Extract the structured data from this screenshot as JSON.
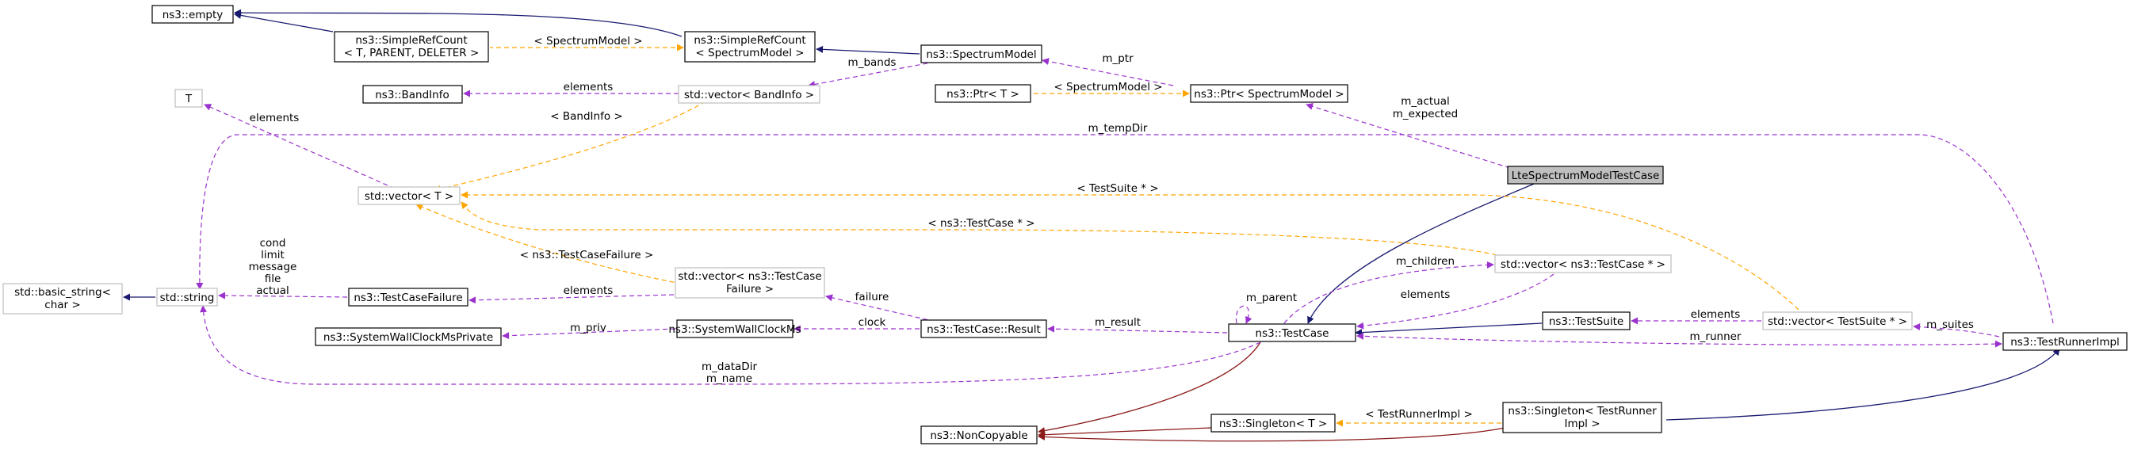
{
  "colors": {
    "inheritance": "#191970",
    "usage": "#9a32cd",
    "template": "#ffa500",
    "private_inheritance": "#8b1a1a",
    "focus_fill": "#bfbfbf",
    "grey_border": "#bfbfbf"
  },
  "nodes": {
    "empty": [
      "ns3::empty"
    ],
    "srct": [
      "ns3::SimpleRefCount",
      "< T, PARENT, DELETER >"
    ],
    "srcsm": [
      "ns3::SimpleRefCount",
      "< SpectrumModel >"
    ],
    "sm": [
      "ns3::SpectrumModel"
    ],
    "bandinfo": [
      "ns3::BandInfo"
    ],
    "vecband": [
      "std::vector< BandInfo >"
    ],
    "ptrt": [
      "ns3::Ptr< T >"
    ],
    "ptrsm": [
      "ns3::Ptr< SpectrumModel >"
    ],
    "t": [
      "T"
    ],
    "vect": [
      "std::vector< T >"
    ],
    "lte": [
      "LteSpectrumModelTestCase"
    ],
    "basicstr": [
      "std::basic_string<",
      "char >"
    ],
    "str": [
      "std::string"
    ],
    "tcf": [
      "ns3::TestCaseFailure"
    ],
    "vectcf": [
      "std::vector< ns3::TestCase",
      "Failure >"
    ],
    "vectc": [
      "std::vector< ns3::TestCase * >"
    ],
    "wallpriv": [
      "ns3::SystemWallClockMsPrivate"
    ],
    "wall": [
      "ns3::SystemWallClockMs"
    ],
    "result": [
      "ns3::TestCase::Result"
    ],
    "tc": [
      "ns3::TestCase"
    ],
    "ts": [
      "ns3::TestSuite"
    ],
    "vects": [
      "std::vector< TestSuite * >"
    ],
    "runner": [
      "ns3::TestRunnerImpl"
    ],
    "noncopy": [
      "ns3::NonCopyable"
    ],
    "singt": [
      "ns3::Singleton< T >"
    ],
    "singrun": [
      "ns3::Singleton< TestRunner",
      "Impl >"
    ]
  },
  "edge_labels": {
    "srct_srcsm": [
      "< SpectrumModel >"
    ],
    "sm_vecband": [
      "m_bands"
    ],
    "vecband_bandinfo": [
      "elements"
    ],
    "ptrsm_sm": [
      "m_ptr"
    ],
    "ptrt_ptrsm": [
      "< SpectrumModel >"
    ],
    "lte_ptrsm": [
      "m_actual",
      "m_expected"
    ],
    "vect_t": [
      "elements"
    ],
    "vect_vecband": [
      "< BandInfo >"
    ],
    "runner_str": [
      "m_tempDir"
    ],
    "vect_vects": [
      "< TestSuite * >"
    ],
    "vect_vectc": [
      "< ns3::TestCase * >"
    ],
    "vect_vectcf": [
      "< ns3::TestCaseFailure >"
    ],
    "str_tcf": [
      "cond",
      "limit",
      "message",
      "file",
      "actual"
    ],
    "tcf_vectcf": [
      "elements"
    ],
    "tc_vectc": [
      "m_children"
    ],
    "vectc_tc": [
      "elements"
    ],
    "tc_self": [
      "m_parent"
    ],
    "vectcf_result": [
      "failure"
    ],
    "wall_result": [
      "clock"
    ],
    "wallpriv_wall": [
      "m_priv"
    ],
    "result_tc": [
      "m_result"
    ],
    "runner_tc": [
      "m_runner"
    ],
    "str_tc": [
      "m_dataDir",
      "m_name"
    ],
    "ts_vects": [
      "elements"
    ],
    "vects_runner": [
      "m_suites"
    ],
    "singt_singrun": [
      "< TestRunnerImpl >"
    ]
  }
}
